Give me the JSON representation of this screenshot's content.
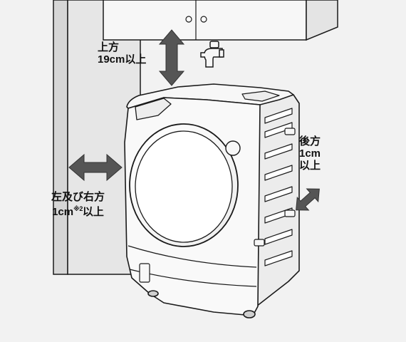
{
  "labels": {
    "top": {
      "line1": "上方",
      "line2": "19cm以上"
    },
    "back": {
      "line1": "後方",
      "line2": "1cm",
      "line3": "以上"
    },
    "side": {
      "line1": "左及び右方",
      "line2_prefix": "1cm",
      "line2_note": "※2",
      "line2_suffix": "以上"
    }
  },
  "colors": {
    "background": "#f2f2f2",
    "outline": "#1a1a1a",
    "arrow": "#555555",
    "panel": "#ececec",
    "body": "#f7f7f7"
  },
  "icons": [
    "water-faucet-icon",
    "double-arrow-icon"
  ]
}
